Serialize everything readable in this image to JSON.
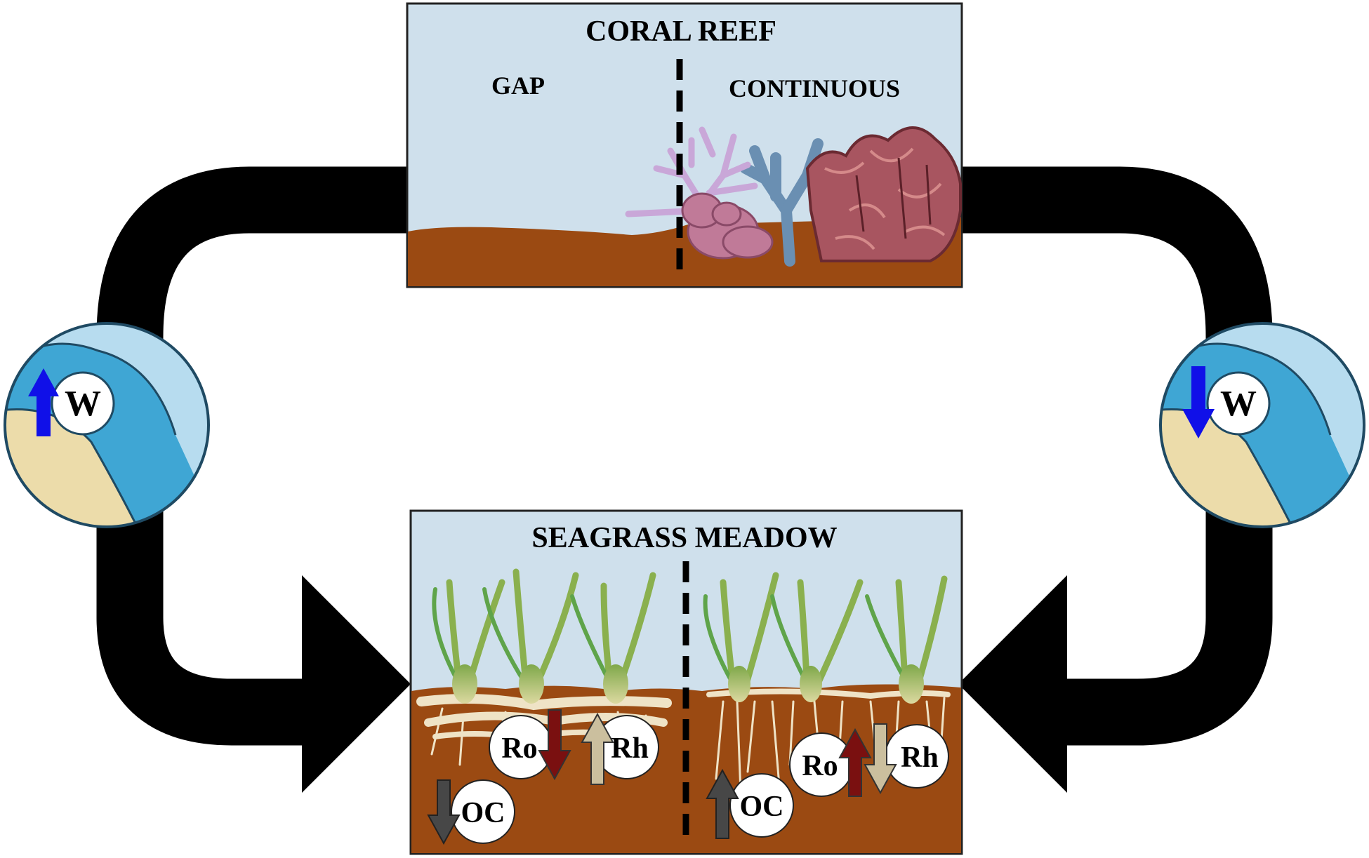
{
  "coral_reef": {
    "title": "CORAL REEF",
    "gap_label": "GAP",
    "continuous_label": "CONTINUOUS"
  },
  "seagrass": {
    "title": "SEAGRASS MEADOW",
    "gap_side": {
      "roots_label": "Ro",
      "roots_trend": "down",
      "rhizomes_label": "Rh",
      "rhizomes_trend": "up",
      "organic_carbon_label": "OC",
      "organic_carbon_trend": "down"
    },
    "continuous_side": {
      "roots_label": "Ro",
      "roots_trend": "up",
      "rhizomes_label": "Rh",
      "rhizomes_trend": "down",
      "organic_carbon_label": "OC",
      "organic_carbon_trend": "up"
    }
  },
  "wave_left": {
    "label": "W",
    "trend": "up"
  },
  "wave_right": {
    "label": "W",
    "trend": "down"
  },
  "colors": {
    "water": "#cfe0ec",
    "sediment": "#9b4a12",
    "connector": "#000000",
    "wave_arrow": "#1010e8",
    "roots_arrow": "#7a1010",
    "rhizomes_arrow": "#cbbf9e",
    "carbon_arrow": "#474747"
  }
}
